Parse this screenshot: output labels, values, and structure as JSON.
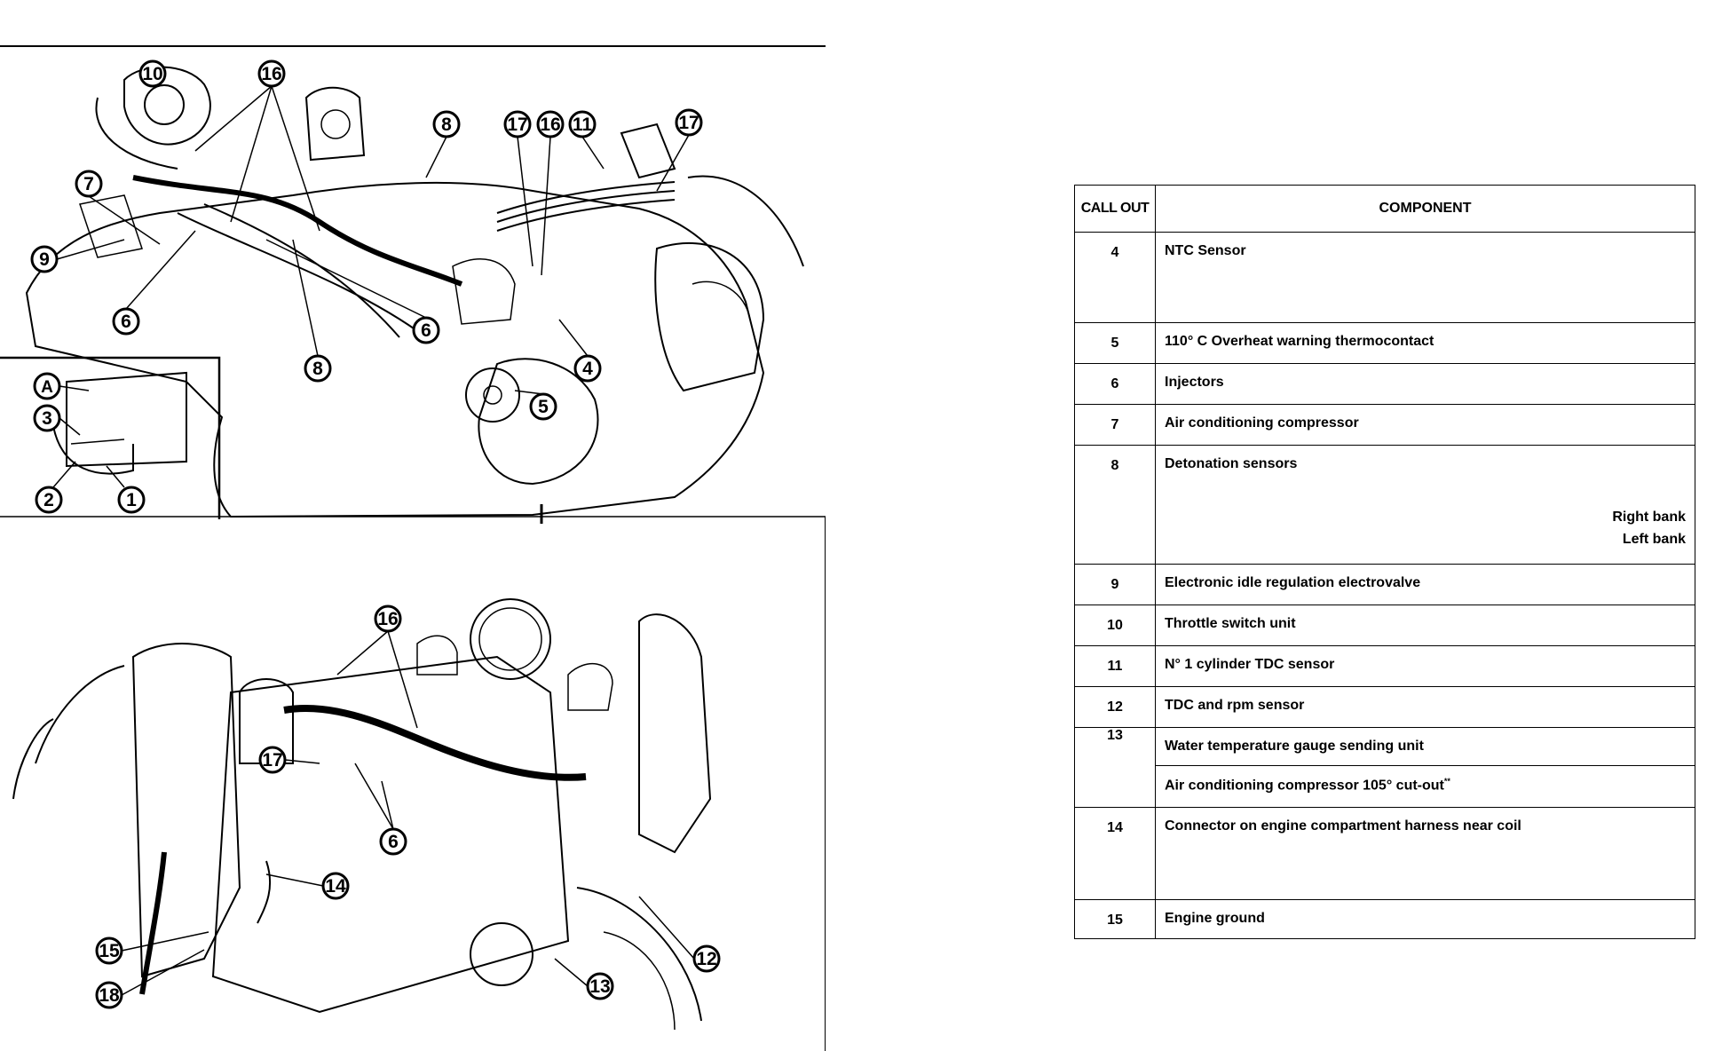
{
  "diagram": {
    "inset_letters": [
      "A"
    ],
    "callouts_upper": [
      "10",
      "16",
      "8",
      "17",
      "16",
      "11",
      "17",
      "7",
      "9",
      "6",
      "6",
      "8",
      "4",
      "5",
      "3",
      "2",
      "1"
    ],
    "callouts_lower": [
      "16",
      "17",
      "6",
      "14",
      "15",
      "18",
      "13",
      "12"
    ]
  },
  "table": {
    "headers": {
      "callout": "CALL OUT",
      "component": "COMPONENT"
    },
    "rows": [
      {
        "num": "4",
        "desc": "NTC Sensor"
      },
      {
        "num": "5",
        "desc": "110° C Overheat warning thermocontact"
      },
      {
        "num": "6",
        "desc": "Injectors"
      },
      {
        "num": "7",
        "desc": "Air conditioning compressor"
      },
      {
        "num": "8",
        "desc": "Detonation sensors",
        "right_bank": "Right bank",
        "left_bank": "Left bank"
      },
      {
        "num": "9",
        "desc": "Electronic idle regulation electrovalve"
      },
      {
        "num": "10",
        "desc": "Throttle switch unit"
      },
      {
        "num": "11",
        "desc": "N° 1 cylinder TDC sensor"
      },
      {
        "num": "12",
        "desc": "TDC and rpm sensor"
      },
      {
        "num": "13",
        "desc": "Water temperature gauge sending unit",
        "desc2": "Air conditioning compressor 105° cut-out",
        "mark": "**"
      },
      {
        "num": "14",
        "desc": "Connector on engine compartment harness near coil"
      },
      {
        "num": "15",
        "desc": "Engine ground"
      }
    ]
  }
}
